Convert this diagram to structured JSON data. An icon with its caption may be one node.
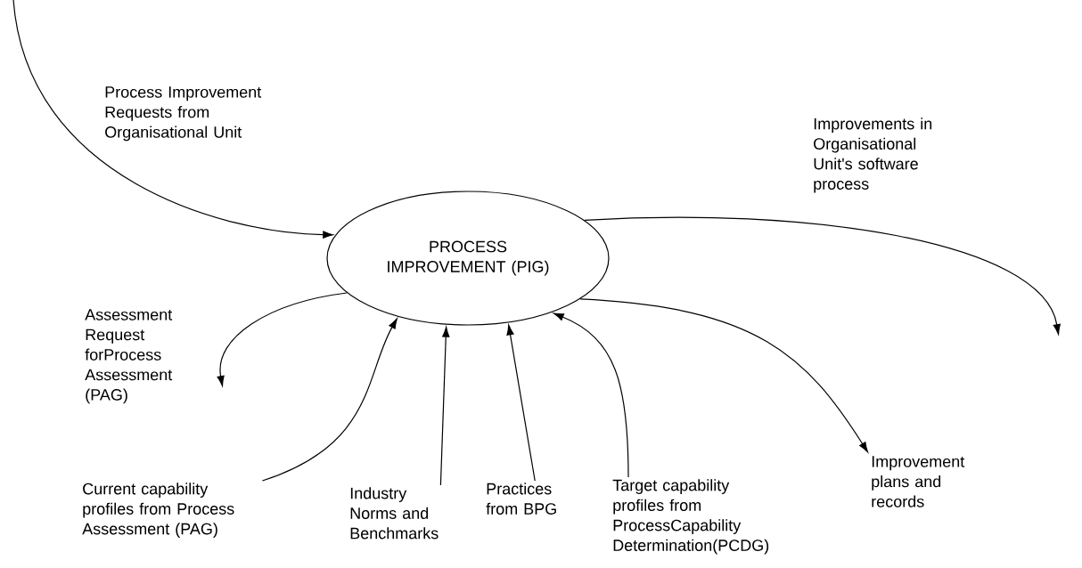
{
  "diagram": {
    "nodes": [
      {
        "text": [
          "PROCESS IMPROVEMENT (PIG)"
        ]
      },
      {
        "text": [
          "Current capability profiles from Process Assessment (PAG)"
        ]
      },
      {
        "text": [
          "Industry Norms and Benchmarks"
        ]
      },
      {
        "text": [
          "Practices from BPG"
        ]
      },
      {
        "text": [
          "Target capability profiles from ProcessCapability Determination(PCDG)"
        ]
      },
      {
        "text": [
          "Improvement plans and records"
        ]
      }
    ],
    "edges": [
      {
        "from": null,
        "to": 0,
        "arrow": "to",
        "label": "Process Improvement Requests from Organisational Unit"
      },
      {
        "from": 0,
        "to": null,
        "arrow": "to",
        "label": "Improvements in Organisational Unit's software process"
      },
      {
        "from": 0,
        "to": null,
        "arrow": "to",
        "label": "Assessment Request forProcess Assessment (PAG)"
      },
      {
        "from": 1,
        "to": 0,
        "arrow": "to"
      },
      {
        "from": 2,
        "to": 0,
        "arrow": "to"
      },
      {
        "from": 3,
        "to": 0,
        "arrow": "to"
      },
      {
        "from": 4,
        "to": 0,
        "arrow": "to"
      },
      {
        "from": 0,
        "to": 5,
        "arrow": "to"
      }
    ]
  }
}
